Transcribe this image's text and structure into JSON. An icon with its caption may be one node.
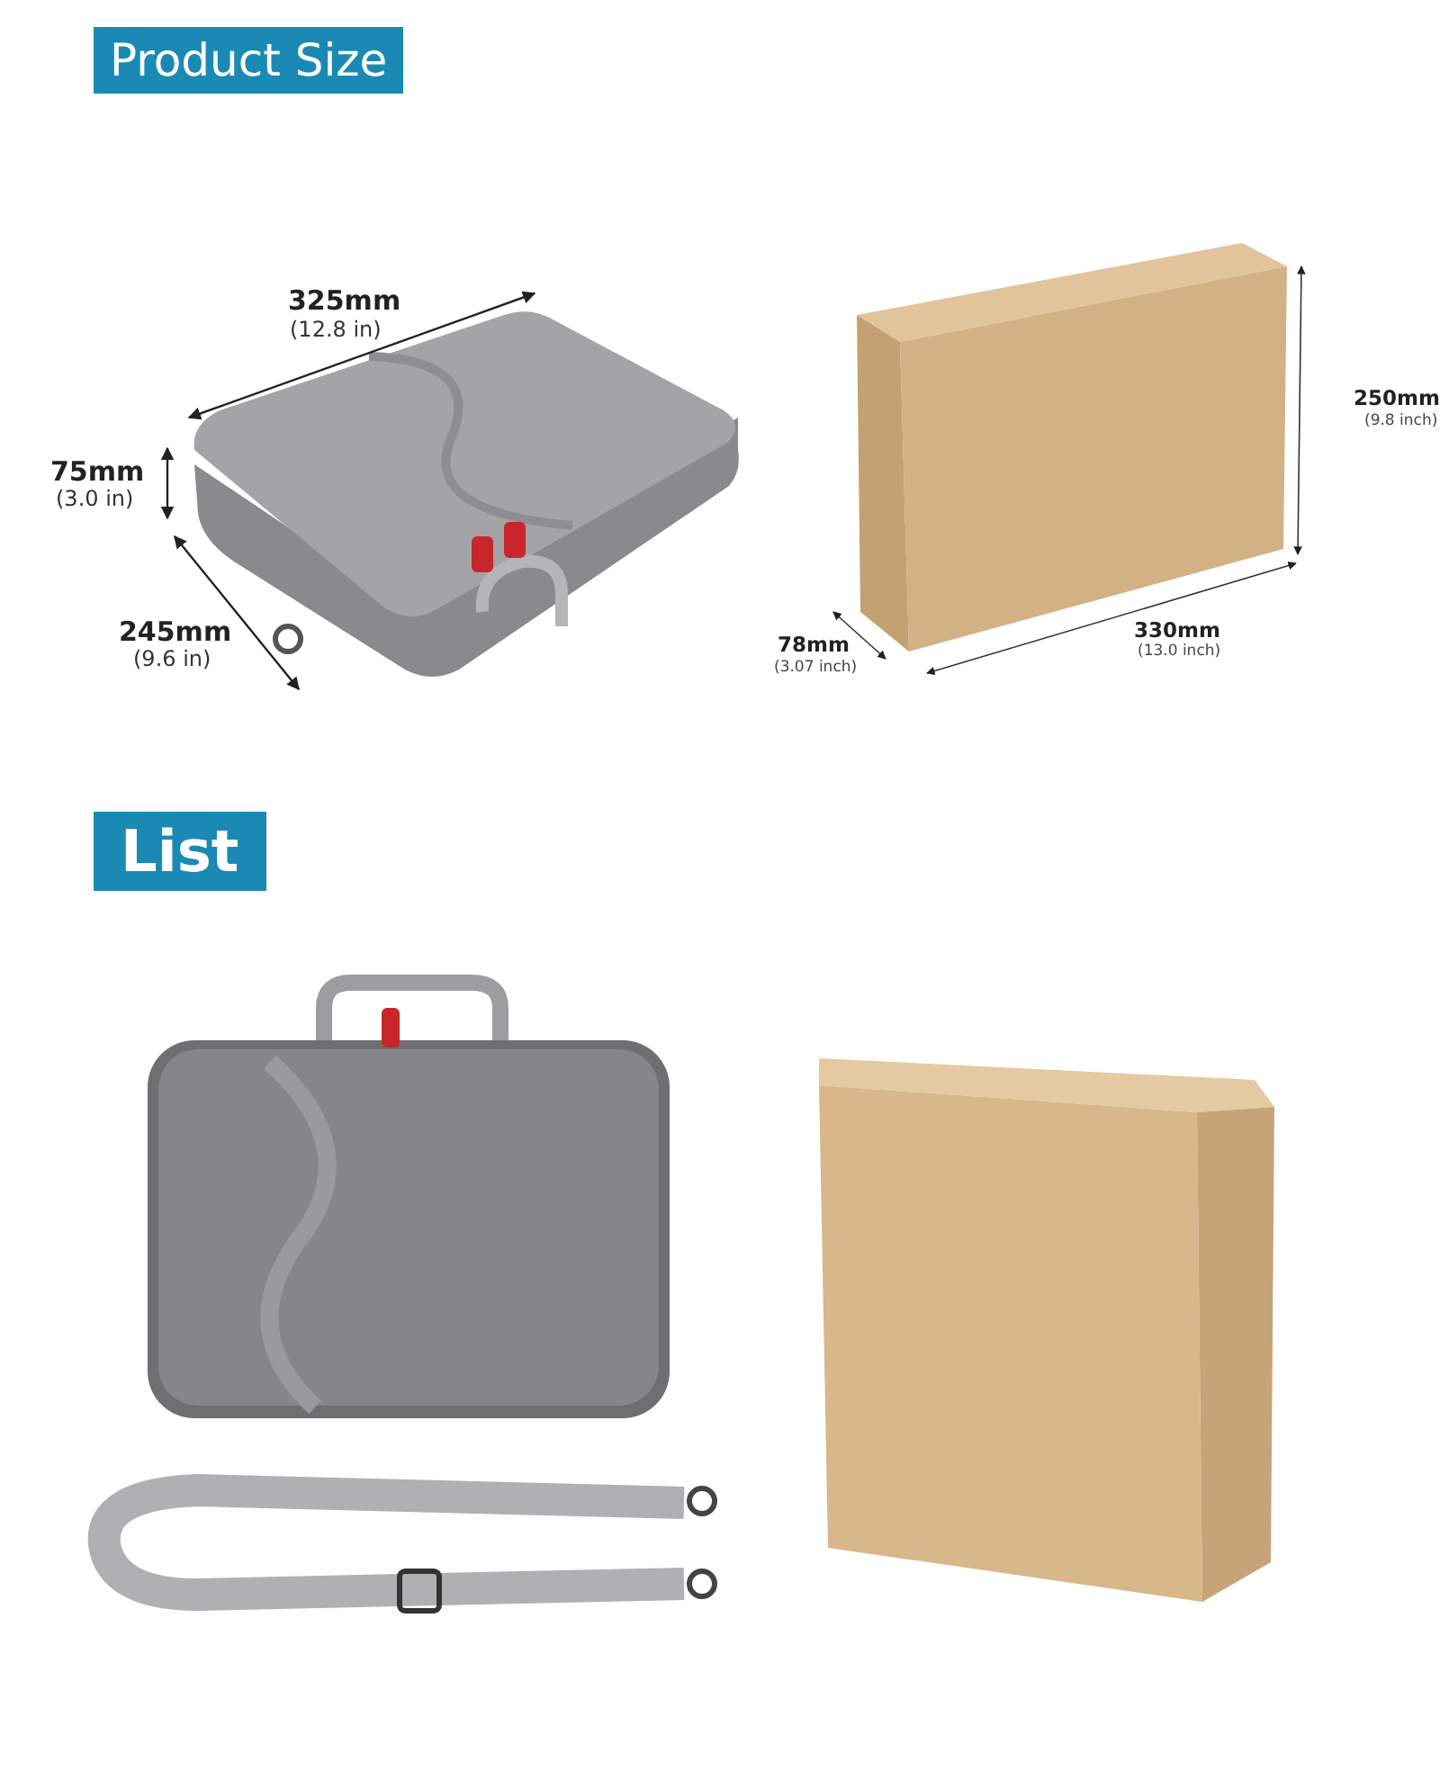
{
  "diagram": {
    "labels": [
      "Product Size",
      "325mm",
      "(12.8 in)",
      "75mm",
      "(3.0 in)",
      "245mm",
      "(9.6 in)",
      "250mm",
      "(9.8 inch)",
      "78mm",
      "(3.07 inch)",
      "330mm",
      "(13.0 inch)",
      "List"
    ]
  }
}
